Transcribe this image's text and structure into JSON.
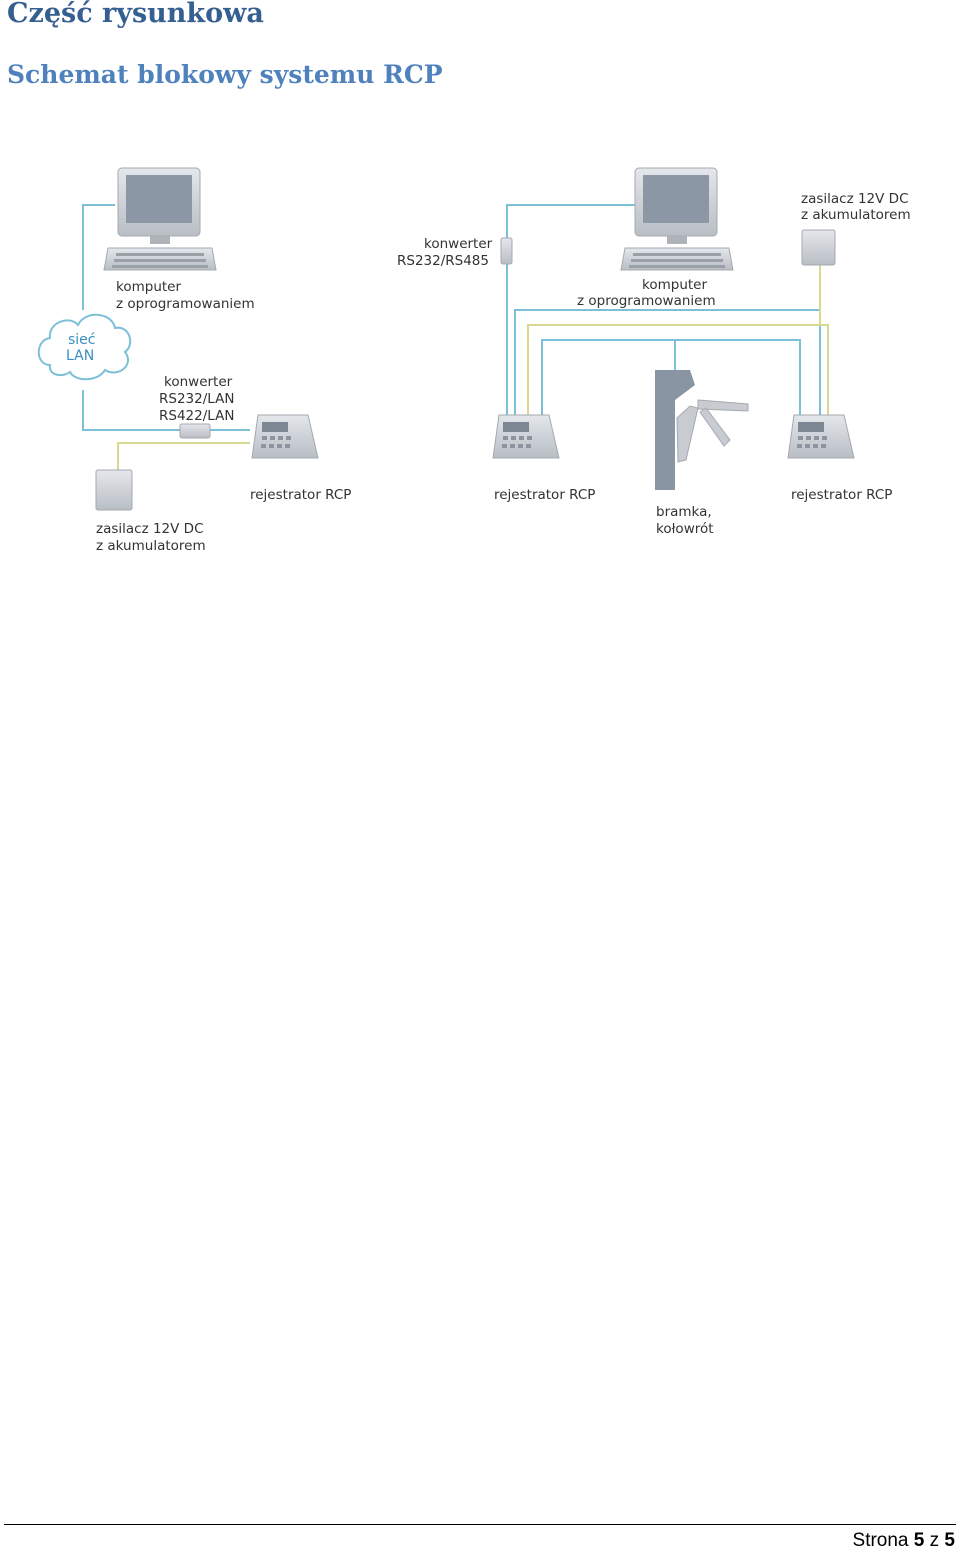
{
  "heading": {
    "title": "Część rysunkowa",
    "subtitle": "Schemat blokowy systemu RCP"
  },
  "diagram": {
    "labels": {
      "computer_left_1": "komputer",
      "computer_left_2": "z oprogramowaniem",
      "lan_1": "sieć",
      "lan_2": "LAN",
      "converter_lan_1": "konwerter",
      "converter_lan_2": "RS232/LAN",
      "converter_lan_3": "RS422/LAN",
      "recorder_left": "rejestrator RCP",
      "psu_left_1": "zasilacz 12V DC",
      "psu_left_2": "z akumulatorem",
      "converter_485_1": "konwerter",
      "converter_485_2": "RS232/RS485",
      "computer_right_1": "komputer",
      "computer_right_2": "z oprogramowaniem",
      "psu_right_1": "zasilacz 12V DC",
      "psu_right_2": "z akumulatorem",
      "recorder_mid": "rejestrator RCP",
      "gate_1": "bramka,",
      "gate_2": "kołowrót",
      "recorder_right": "rejestrator RCP"
    },
    "colors": {
      "data_line": "#7cc0d8",
      "power_line": "#d8d890",
      "device": "#c8ccd2",
      "turnstile": "#8a95a3",
      "lan": "#7cc0d8"
    }
  },
  "footer": {
    "prefix": "Strona",
    "page": "5",
    "sep": "z",
    "total": "5"
  }
}
